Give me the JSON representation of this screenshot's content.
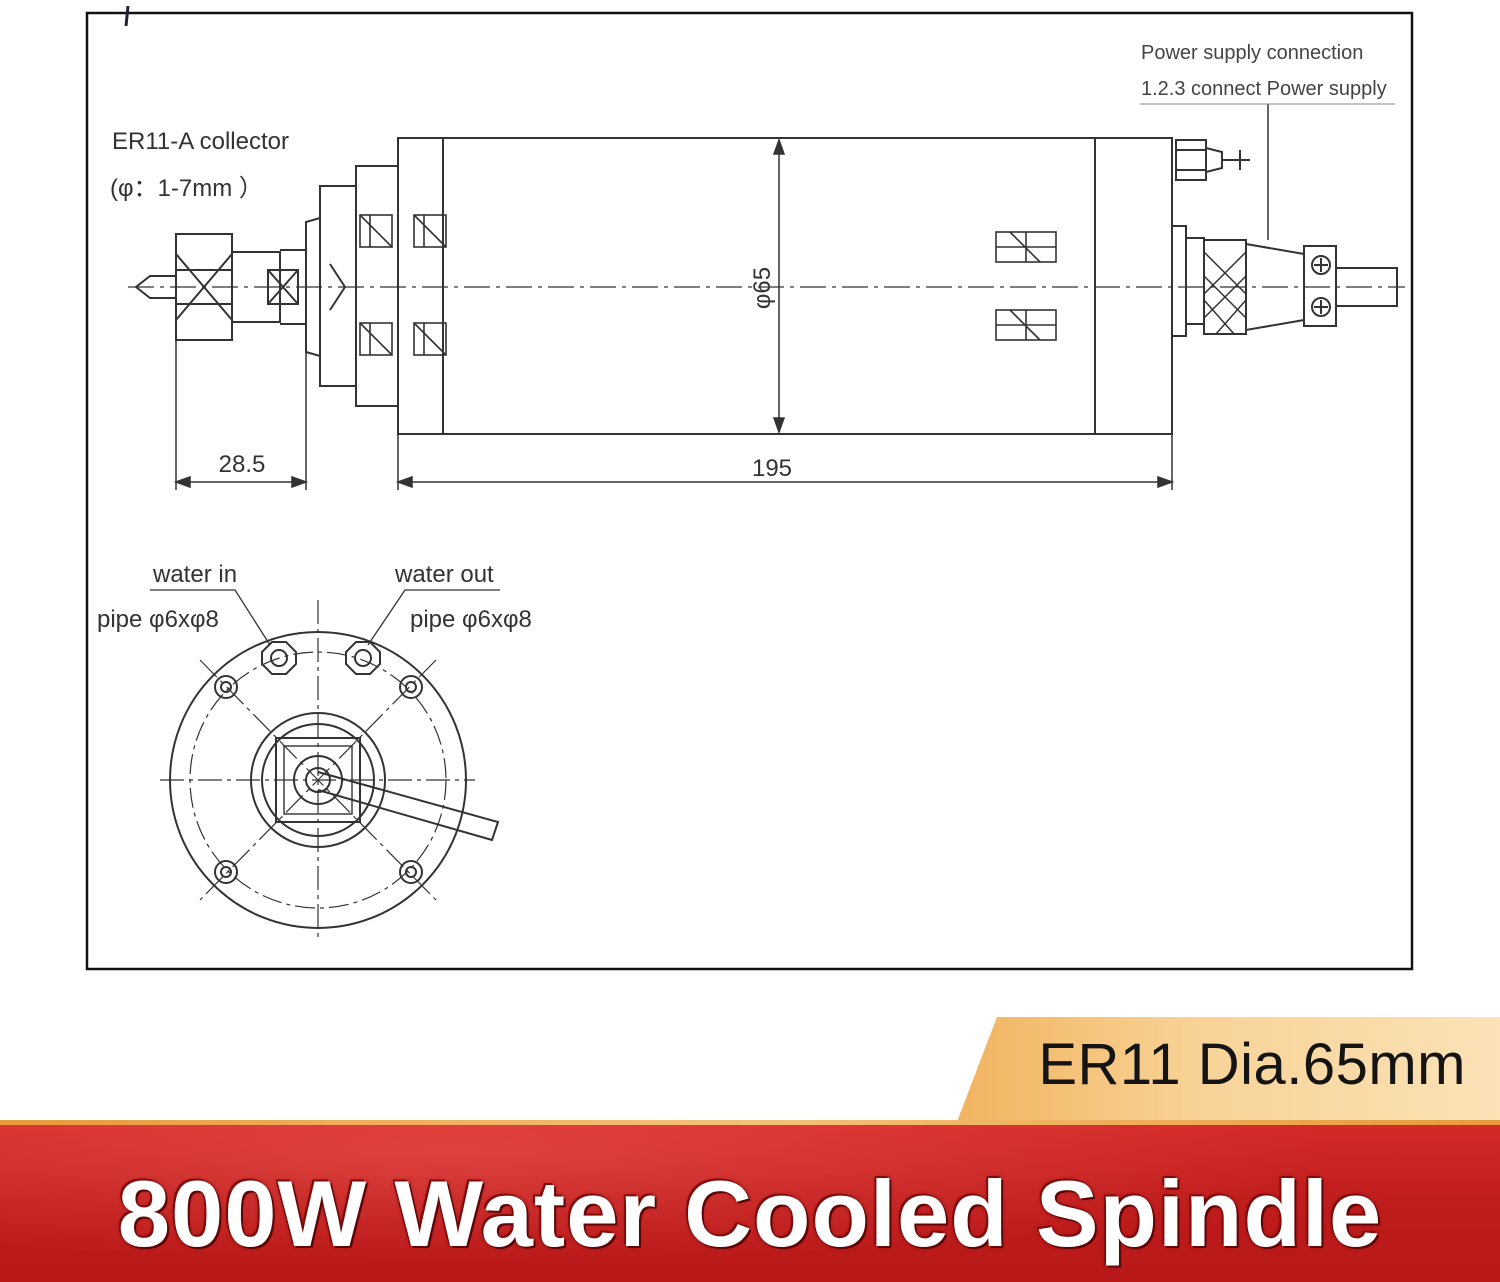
{
  "drawing": {
    "collector_label": "ER11-A collector",
    "collector_range": "(φ：1-7mm ）",
    "power_label_1": "Power supply connection",
    "power_label_2": "1.2.3 connect Power supply",
    "diameter_dim": "φ65",
    "collet_length_dim": "28.5",
    "body_length_dim": "195",
    "water_in_label": "water in",
    "water_in_pipe": "pipe φ6xφ8",
    "water_out_label": "water out",
    "water_out_pipe": "pipe φ6xφ8",
    "colors": {
      "line": "#333333",
      "frame": "#111111"
    }
  },
  "banner": {
    "spec": "ER11 Dia.65mm",
    "title": "800W Water Cooled Spindle",
    "colors": {
      "band": "#c01d1d",
      "tab": "#f8d397",
      "title_text": "#ffffff"
    }
  }
}
